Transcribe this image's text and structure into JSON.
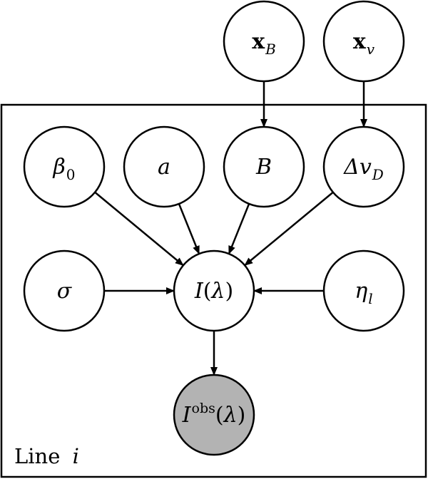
{
  "diagram": {
    "plate": {
      "label_word": "Line",
      "label_index": "i"
    },
    "nodes": [
      {
        "id": "xB",
        "name": "node-xB",
        "base": "x",
        "sub": "B",
        "sup": "",
        "rest": "",
        "bold_base": true,
        "italic_base": false,
        "observed": false
      },
      {
        "id": "xv",
        "name": "node-xv",
        "base": "x",
        "sub": "v",
        "sup": "",
        "rest": "",
        "bold_base": true,
        "italic_base": false,
        "observed": false
      },
      {
        "id": "b0",
        "name": "node-beta0",
        "base": "β",
        "sub": "0",
        "sup": "",
        "rest": "",
        "bold_base": false,
        "italic_base": true,
        "observed": false
      },
      {
        "id": "a",
        "name": "node-a",
        "base": "a",
        "sub": "",
        "sup": "",
        "rest": "",
        "bold_base": false,
        "italic_base": true,
        "observed": false
      },
      {
        "id": "B",
        "name": "node-B",
        "base": "B",
        "sub": "",
        "sup": "",
        "rest": "",
        "bold_base": false,
        "italic_base": true,
        "observed": false
      },
      {
        "id": "dv",
        "name": "node-delta-vD",
        "base": "Δv",
        "sub": "D",
        "sup": "",
        "rest": "",
        "bold_base": false,
        "italic_base": true,
        "observed": false
      },
      {
        "id": "sig",
        "name": "node-sigma",
        "base": "σ",
        "sub": "",
        "sup": "",
        "rest": "",
        "bold_base": false,
        "italic_base": true,
        "observed": false
      },
      {
        "id": "I",
        "name": "node-I-lambda",
        "base": "I",
        "sub": "",
        "sup": "",
        "rest": "(λ)",
        "bold_base": false,
        "italic_base": true,
        "observed": false
      },
      {
        "id": "eta",
        "name": "node-eta-l",
        "base": "η",
        "sub": "l",
        "sup": "",
        "rest": "",
        "bold_base": false,
        "italic_base": true,
        "observed": false
      },
      {
        "id": "Iobs",
        "name": "node-I-obs-lambda",
        "base": "I",
        "sub": "",
        "sup": "obs",
        "rest": "(λ)",
        "bold_base": false,
        "italic_base": true,
        "observed": true
      }
    ],
    "edges": [
      {
        "from": "xB",
        "to": "B"
      },
      {
        "from": "xv",
        "to": "dv"
      },
      {
        "from": "b0",
        "to": "I"
      },
      {
        "from": "a",
        "to": "I"
      },
      {
        "from": "B",
        "to": "I"
      },
      {
        "from": "dv",
        "to": "I"
      },
      {
        "from": "sig",
        "to": "I"
      },
      {
        "from": "eta",
        "to": "I"
      },
      {
        "from": "I",
        "to": "Iobs"
      }
    ],
    "colors": {
      "observed_fill": "#b3b3b3",
      "latent_fill": "#ffffff",
      "stroke": "#000000"
    }
  }
}
